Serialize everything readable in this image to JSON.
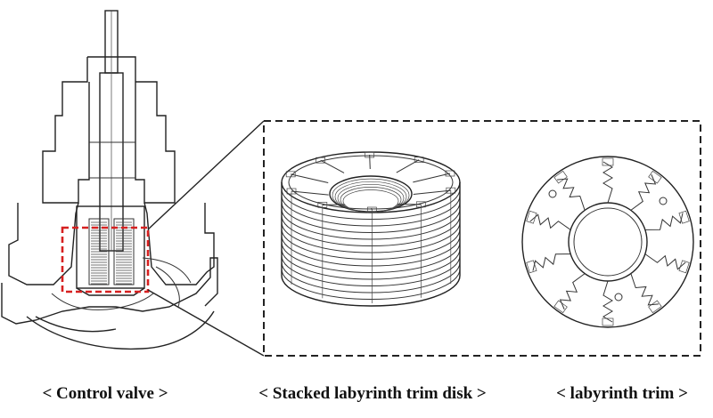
{
  "captions": {
    "control_valve": "< Control valve >",
    "stacked_disk": "< Stacked labyrinth trim disk >",
    "labyrinth_trim": "< labyrinth trim >"
  },
  "colors": {
    "line": "#222222",
    "highlight_box": "#d62020",
    "background": "#ffffff"
  },
  "icons": {
    "detail_frame": "dashed-rectangle",
    "highlight": "red-dashed-rectangle"
  }
}
